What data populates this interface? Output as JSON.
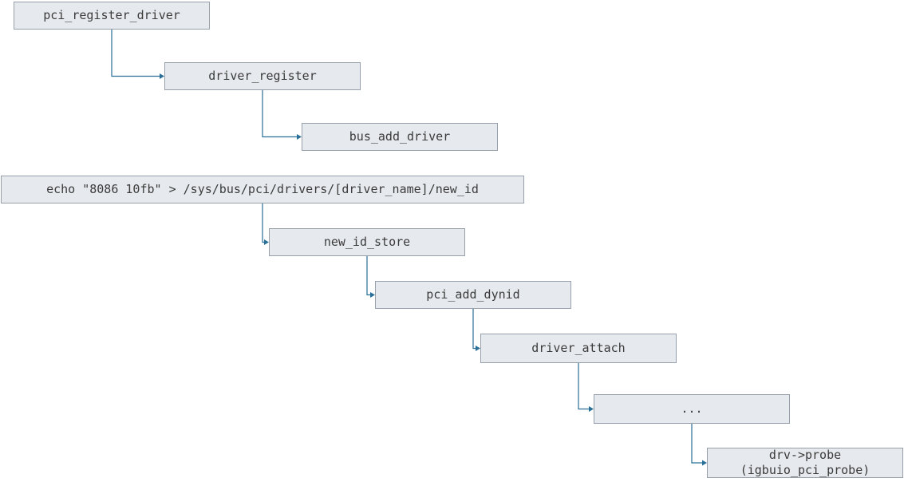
{
  "colors": {
    "box_fill": "#e6e9ed",
    "box_border": "#97a0aa",
    "connector": "#2a6f97",
    "text": "#3b3b3b"
  },
  "nodes": {
    "pci_register_driver": "pci_register_driver",
    "driver_register": "driver_register",
    "bus_add_driver": "bus_add_driver",
    "echo_command": "echo \"8086 10fb\" > /sys/bus/pci/drivers/[driver_name]/new_id",
    "new_id_store": "new_id_store",
    "pci_add_dynid": "pci_add_dynid",
    "driver_attach": "driver_attach",
    "ellipsis": "...",
    "probe_line1": "drv->probe",
    "probe_line2": "(igbuio_pci_probe)"
  },
  "edges": [
    {
      "from": "pci_register_driver",
      "to": "driver_register"
    },
    {
      "from": "driver_register",
      "to": "bus_add_driver"
    },
    {
      "from": "echo_command",
      "to": "new_id_store"
    },
    {
      "from": "new_id_store",
      "to": "pci_add_dynid"
    },
    {
      "from": "pci_add_dynid",
      "to": "driver_attach"
    },
    {
      "from": "driver_attach",
      "to": "ellipsis"
    },
    {
      "from": "ellipsis",
      "to": "probe"
    }
  ]
}
